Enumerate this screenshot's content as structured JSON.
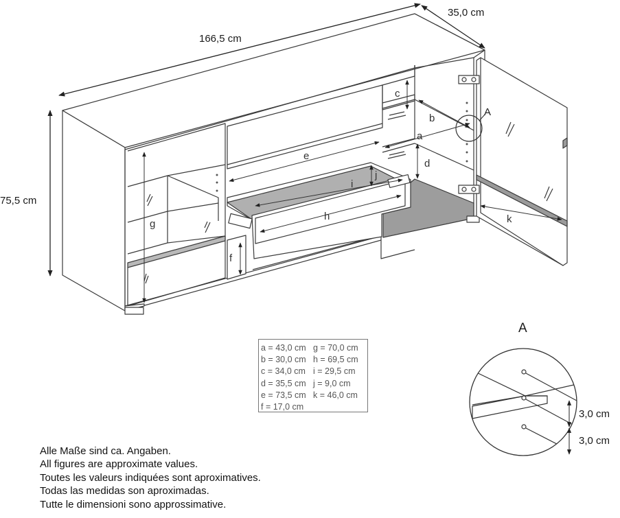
{
  "dimensions": {
    "width": "166,5 cm",
    "depth": "35,0 cm",
    "height": "75,5 cm"
  },
  "letters": [
    "a",
    "b",
    "c",
    "d",
    "e",
    "f",
    "g",
    "h",
    "i",
    "j",
    "k"
  ],
  "detail": {
    "marker": "A",
    "title": "A",
    "spacing_1": "3,0 cm",
    "spacing_2": "3,0 cm"
  },
  "legend": {
    "left": [
      "a = 43,0 cm",
      "b = 30,0 cm",
      "c = 34,0 cm",
      "d = 35,5 cm",
      "e = 73,5 cm",
      "f = 17,0 cm"
    ],
    "right": [
      "g = 70,0 cm",
      "h = 69,5 cm",
      "i  = 29,5 cm",
      "j  =   9,0 cm",
      "k = 46,0 cm"
    ]
  },
  "notes": [
    "Alle Maße sind ca. Angaben.",
    "All figures are approximate values.",
    "Toutes les valeurs indiquées sont aproximatives.",
    "Todas las medidas son aproximadas.",
    "Tutte le dimensioni sono approssimative."
  ]
}
